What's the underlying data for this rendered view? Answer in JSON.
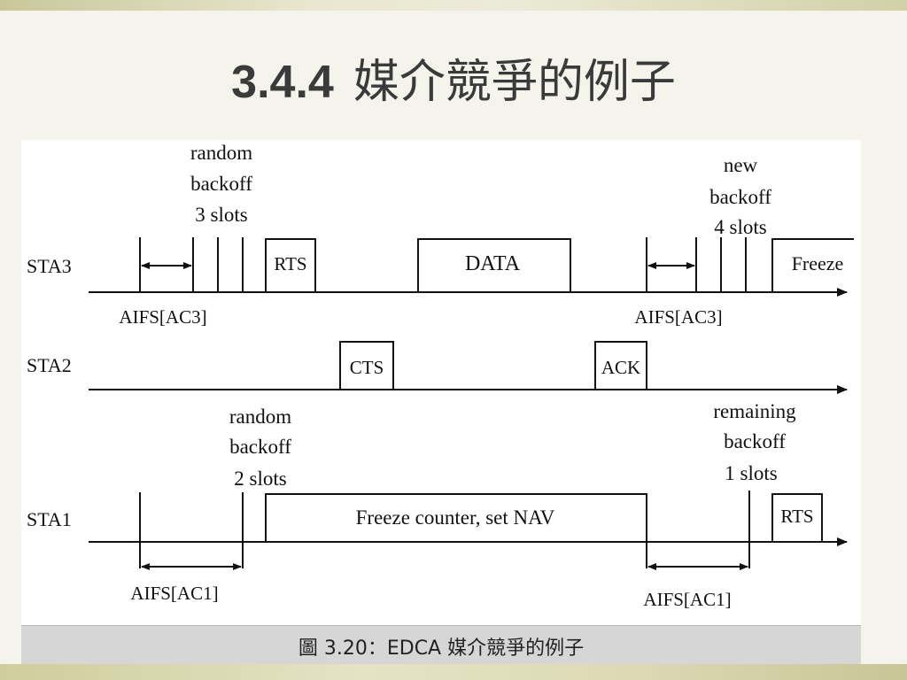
{
  "slide": {
    "title_number": "3.4.4",
    "title_text": "媒介競爭的例子"
  },
  "diagram": {
    "stations": {
      "sta3": "STA3",
      "sta2": "STA2",
      "sta1": "STA1"
    },
    "frames": {
      "sta3_rts": "RTS",
      "sta3_data": "DATA",
      "sta3_freeze": "Freeze",
      "sta2_cts": "CTS",
      "sta2_ack": "ACK",
      "sta1_freeze": "Freeze counter, set NAV",
      "sta1_rts": "RTS"
    },
    "intervals": {
      "sta3_aifs_1": "AIFS[AC3]",
      "sta3_aifs_2": "AIFS[AC3]",
      "sta1_aifs_1": "AIFS[AC1]",
      "sta1_aifs_2": "AIFS[AC1]"
    },
    "annotations": {
      "sta3_backoff_1": [
        "random",
        "backoff",
        "3 slots"
      ],
      "sta3_backoff_2": [
        "new",
        "backoff",
        "4 slots"
      ],
      "sta1_backoff_1": [
        "random",
        "backoff",
        "2 slots"
      ],
      "sta1_backoff_2": [
        "remaining",
        "backoff",
        "1 slots"
      ]
    }
  },
  "caption": {
    "text": "圖 3.20：EDCA 媒介競爭的例子"
  }
}
